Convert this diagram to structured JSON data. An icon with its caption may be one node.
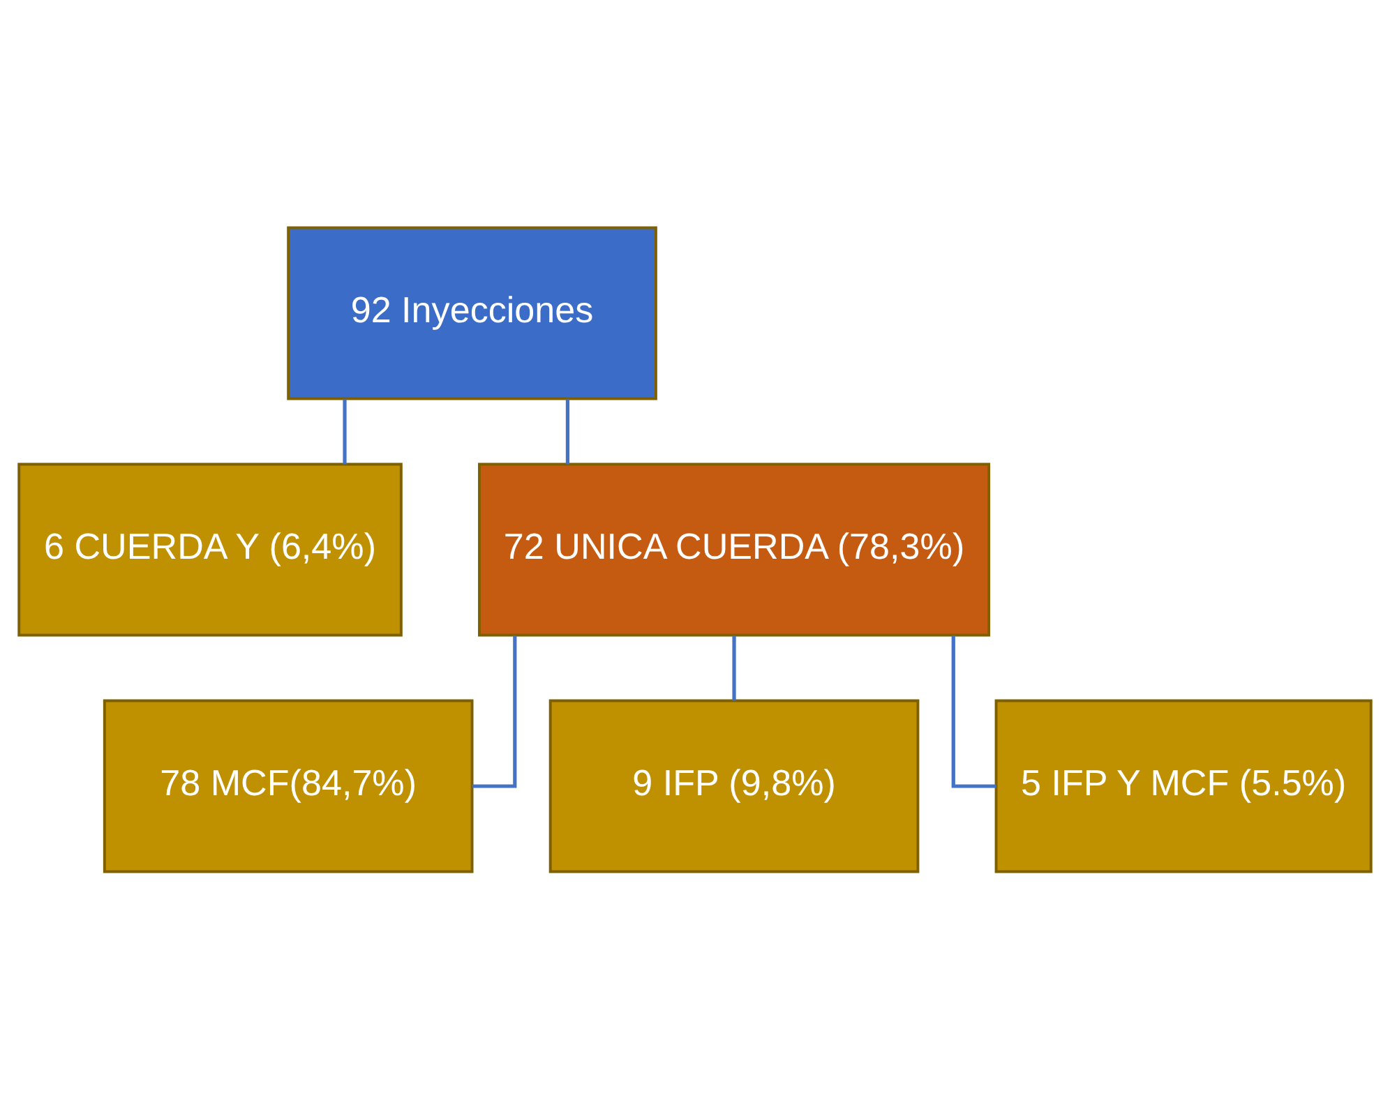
{
  "diagram": {
    "nodes": [
      {
        "text": [
          "92 Inyecciones"
        ]
      },
      {
        "text": [
          "6 CUERDA Y (6,4%)"
        ]
      },
      {
        "text": [
          "72 UNICA CUERDA (78,3%)"
        ]
      },
      {
        "text": [
          "78 MCF(84,7%)"
        ]
      },
      {
        "text": [
          "9 IFP (9,8%)"
        ]
      },
      {
        "text": [
          "5 IFP Y MCF (5.5%)"
        ]
      }
    ],
    "edges": [
      {
        "from": 0,
        "to": 1,
        "arrow": "none"
      },
      {
        "from": 0,
        "to": 2,
        "arrow": "none"
      },
      {
        "from": 2,
        "to": 3,
        "arrow": "none"
      },
      {
        "from": 2,
        "to": 4,
        "arrow": "none"
      },
      {
        "from": 2,
        "to": 5,
        "arrow": "none"
      }
    ]
  }
}
